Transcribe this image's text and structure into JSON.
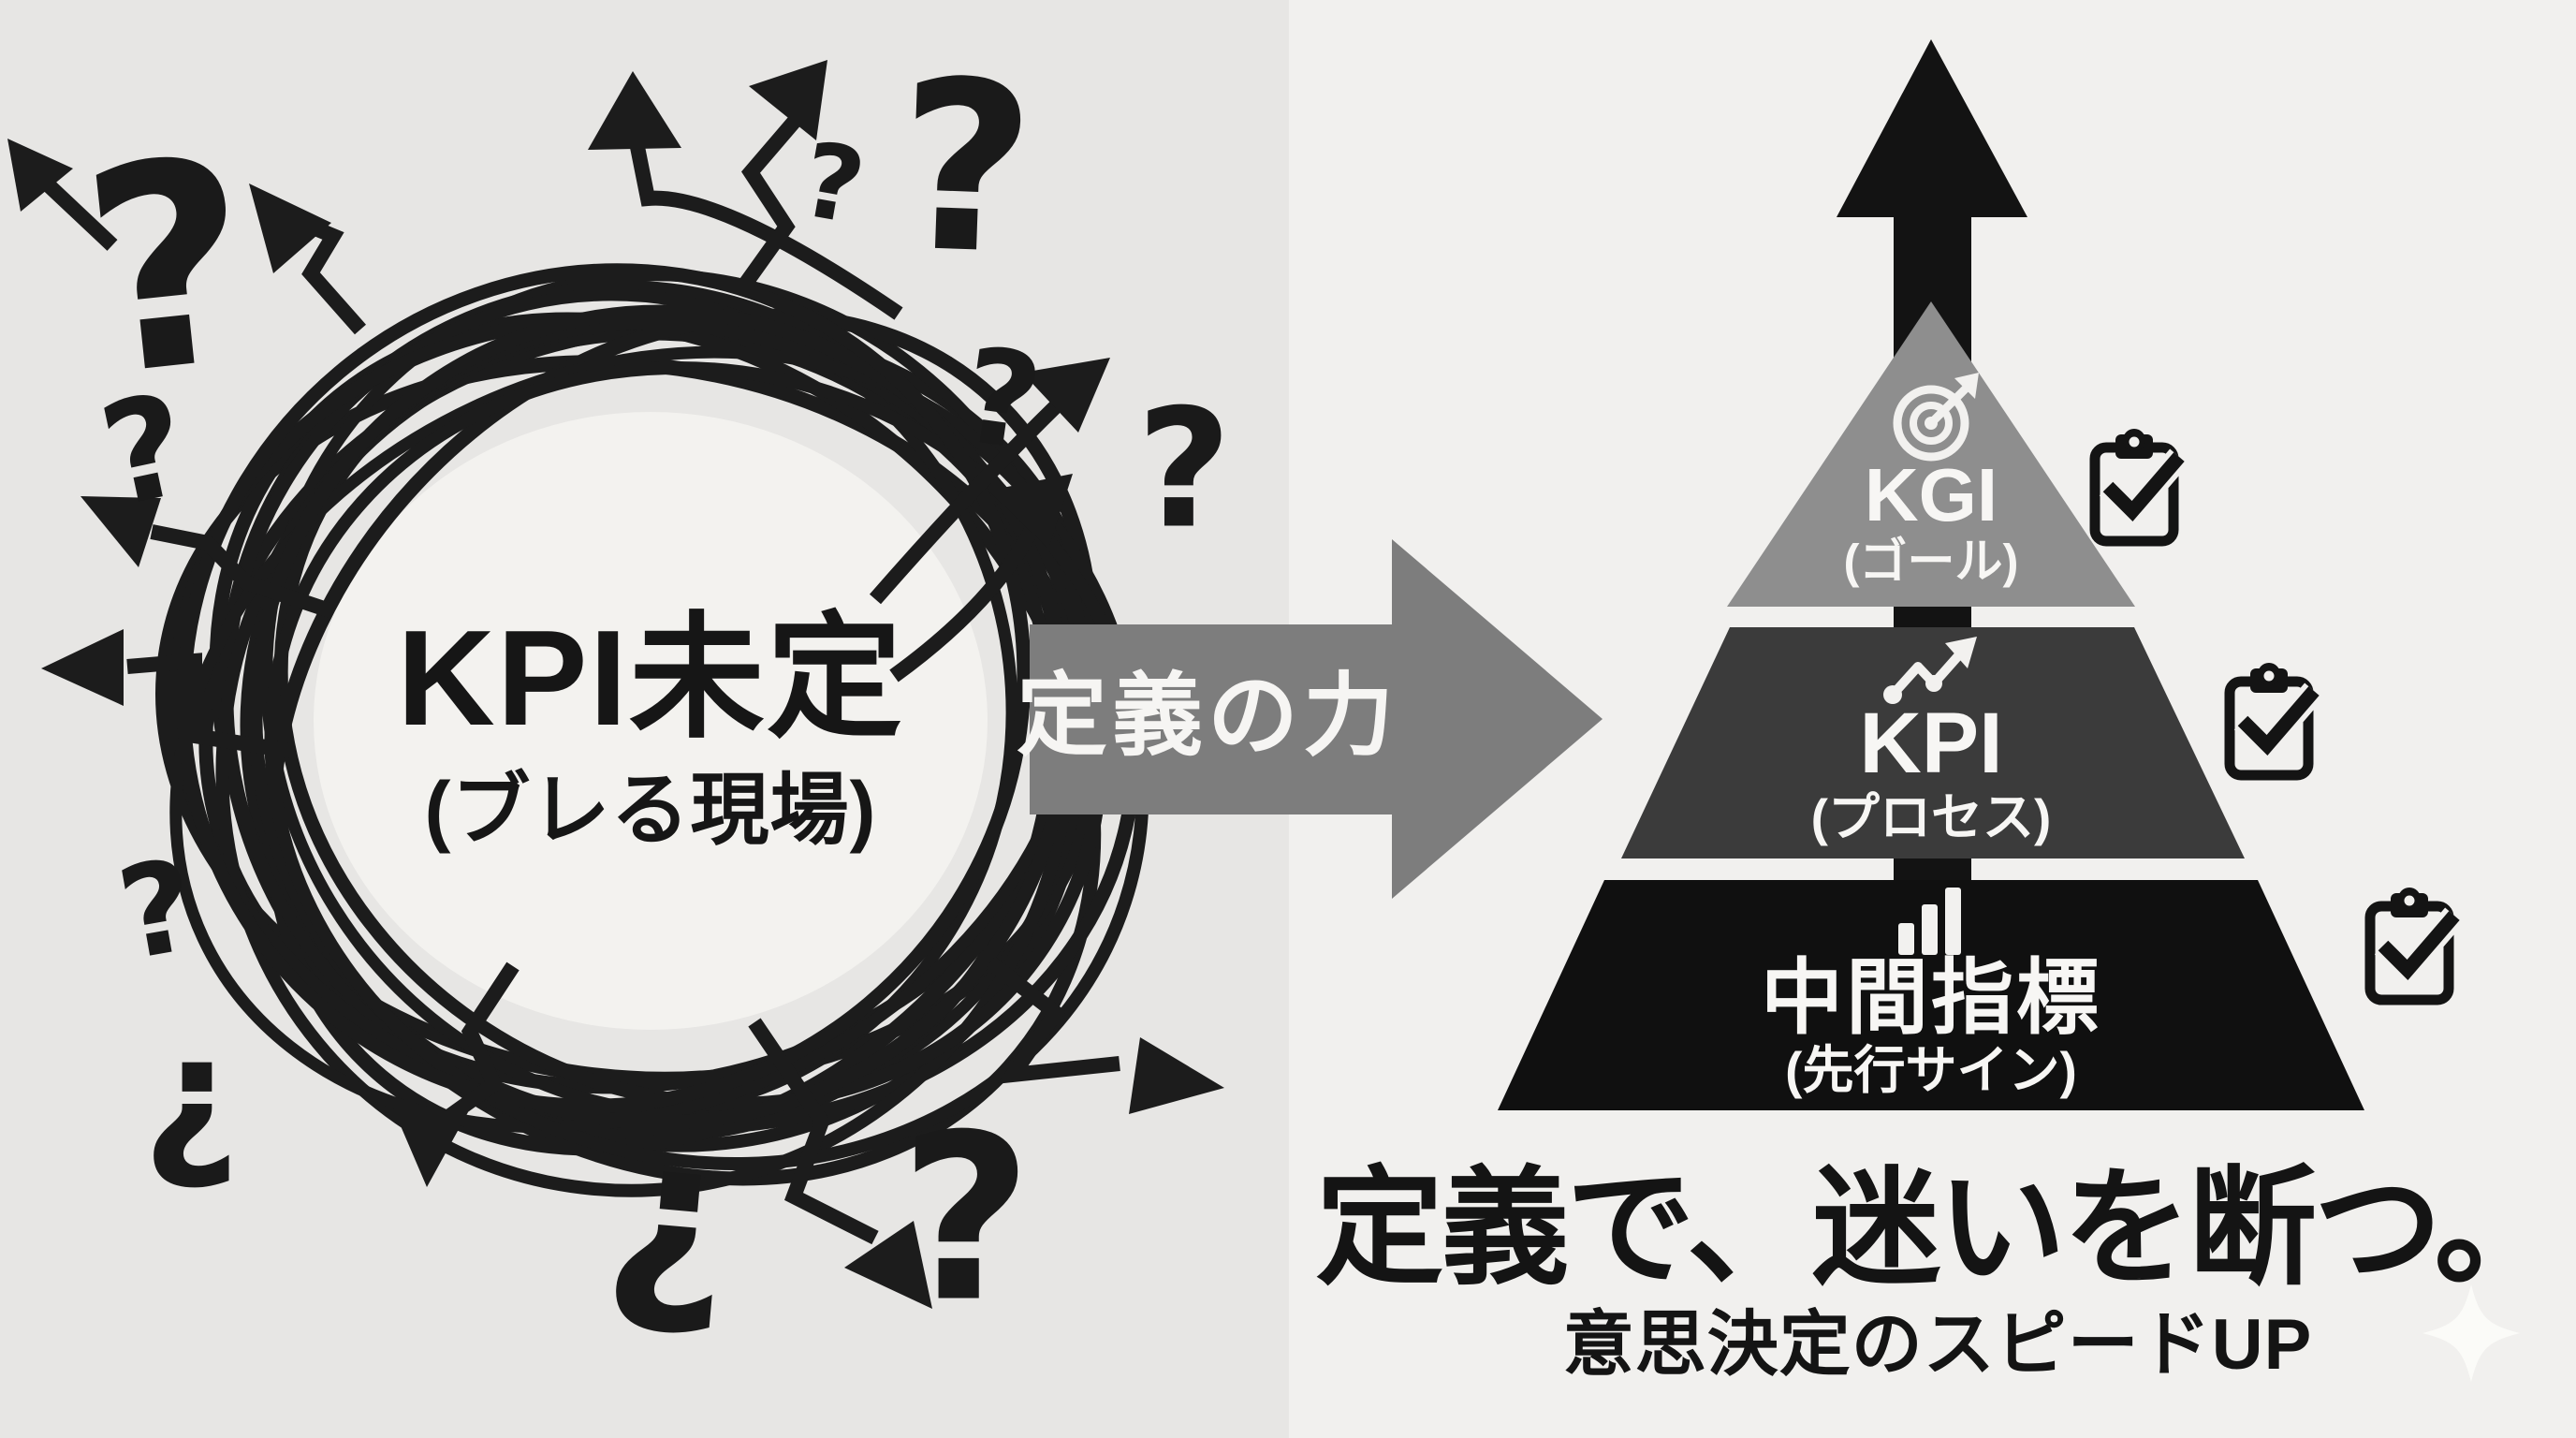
{
  "meta": {
    "language": "ja",
    "theme": "kpi-definition-infographic"
  },
  "colors": {
    "left_bg": "#e7e6e4",
    "right_bg": "#f1f0ee",
    "ink": "#1a1a1a",
    "transform_arrow_gray": "#7d7d7d",
    "kgi_level_gray": "#8e8e8e",
    "kpi_level_gray": "#3b3b3b",
    "base_level_black": "#101010",
    "level_text_white": "#f7f6f4",
    "sparkle": "#fbfbf8"
  },
  "left": {
    "title": "KPI未定",
    "subtitle": "(ブレる現場)",
    "question_marks": [
      {
        "glyph": "?"
      },
      {
        "glyph": "?"
      },
      {
        "glyph": "?"
      },
      {
        "glyph": "?"
      },
      {
        "glyph": "?"
      },
      {
        "glyph": "?"
      },
      {
        "glyph": "¿"
      },
      {
        "glyph": "¿"
      },
      {
        "glyph": "?"
      },
      {
        "glyph": "?"
      }
    ],
    "decoration_icons": [
      "scribble-tangle-icon",
      "zigzag-arrow-icon",
      "question-mark"
    ]
  },
  "transform_arrow": {
    "label": "定義の力",
    "direction": "right"
  },
  "pyramid": {
    "up_arrow_icon": "up-arrow-icon",
    "levels": [
      {
        "label": "KGI",
        "sublabel": "(ゴール)",
        "icon": "target-icon",
        "checklist_icon": "clipboard-check-icon"
      },
      {
        "label": "KPI",
        "sublabel": "(プロセス)",
        "icon": "trend-up-icon",
        "checklist_icon": "clipboard-check-icon"
      },
      {
        "label": "中間指標",
        "sublabel": "(先行サイン)",
        "icon": "bar-chart-icon",
        "checklist_icon": "clipboard-check-icon"
      }
    ]
  },
  "footer": {
    "headline": "定義で、迷いを断つ。",
    "subheadline": "意思決定のスピードUP",
    "sparkle_icon": "sparkle-icon"
  }
}
